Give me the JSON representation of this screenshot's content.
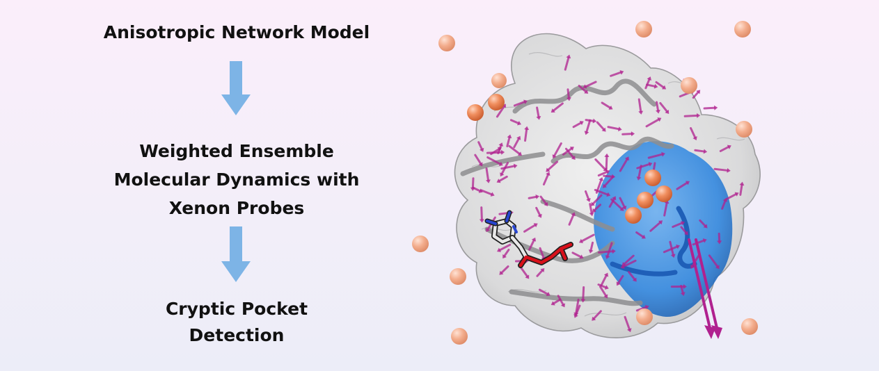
{
  "workflow": {
    "steps": [
      {
        "label": "Anisotropic Network Model"
      },
      {
        "label": "Weighted Ensemble\nMolecular Dynamics with\nXenon Probes"
      },
      {
        "label": "Cryptic Pocket\nDetection"
      }
    ]
  },
  "colors": {
    "arrow": "#7db4e6",
    "xenon_probe": "#ee8a5a",
    "xenon_probe_faded": "#f0a98a",
    "mode_vectors": "#b0218f",
    "pocket_surface": "#2f86df",
    "protein_surface": "#d9d9da",
    "ligand_carbon": "#e8e8e8",
    "ligand_oxygen": "#d8101a",
    "ligand_nitrogen": "#2845d0"
  },
  "icons": {
    "arrow": "down-arrow-icon",
    "protein": "protein-surface-render",
    "probe": "xenon-sphere"
  }
}
